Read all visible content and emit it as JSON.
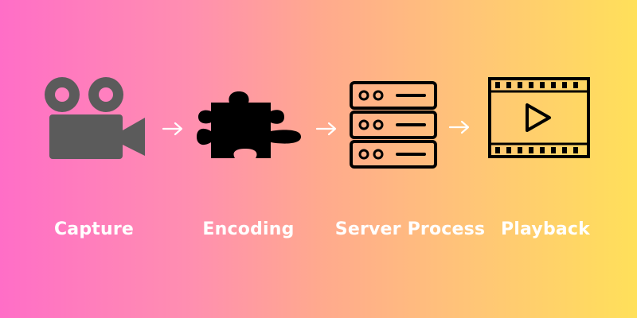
{
  "diagram": {
    "steps": [
      {
        "label": "Capture",
        "icon": "video-camera-icon"
      },
      {
        "label": "Encoding",
        "icon": "puzzle-piece-icon"
      },
      {
        "label": "Server Process",
        "icon": "server-icon"
      },
      {
        "label": "Playback",
        "icon": "film-play-icon"
      }
    ],
    "connector_icon": "arrow-right-icon",
    "colors": {
      "gradient_start": "#ff6ec7",
      "gradient_end": "#ffe05a",
      "camera_fill": "#5b5b5b",
      "icon_dark": "#000000",
      "label_text": "#ffffff"
    }
  }
}
